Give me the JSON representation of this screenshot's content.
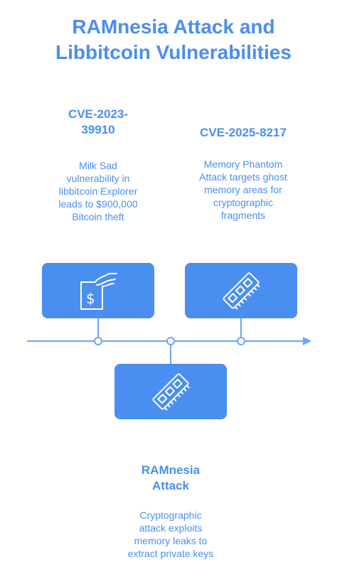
{
  "title": {
    "line1": "RAMnesia Attack and",
    "line2": "Libbitcoin Vulnerabilities"
  },
  "events": [
    {
      "title_line1": "CVE-2023-",
      "title_line2": "39910",
      "description": [
        "Milk Sad",
        "vulnerability in",
        "libbitcoin Explorer",
        "leads to $900,000",
        "Bitcoin theft"
      ],
      "icon": "money-document-icon"
    },
    {
      "title_line1": "CVE-2025-8217",
      "description": [
        "Memory Phantom",
        "Attack targets ghost",
        "memory areas for",
        "cryptographic",
        "fragments"
      ],
      "icon": "ram-memory-icon"
    },
    {
      "title_line1": "RAMnesia",
      "title_line2": "Attack",
      "description": [
        "Cryptographic",
        "attack exploits",
        "memory leaks to",
        "extract private keys"
      ],
      "icon": "ram-memory-icon"
    }
  ],
  "colors": {
    "accent": "#4a8ef0",
    "line": "#6fa4f5"
  }
}
